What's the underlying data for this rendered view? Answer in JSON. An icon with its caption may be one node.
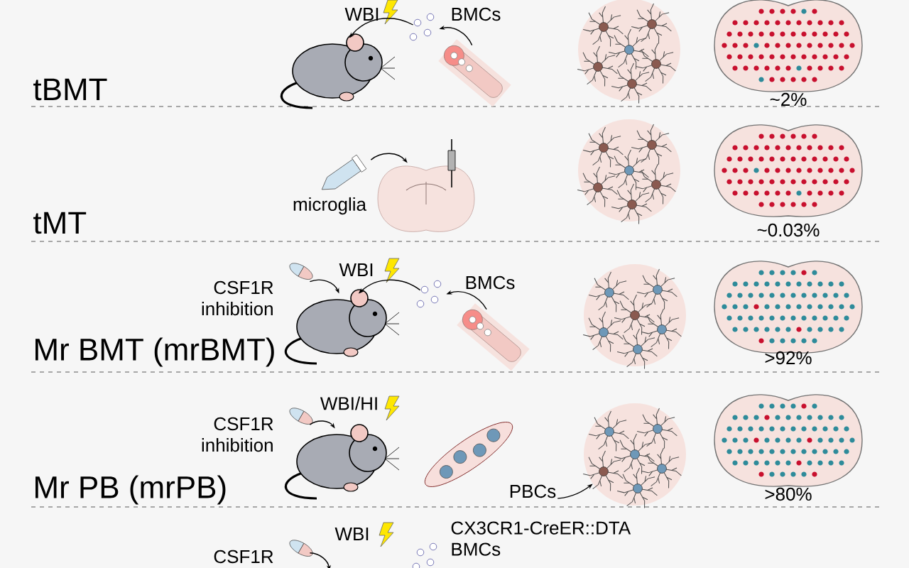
{
  "diagram": {
    "nodes": [
      {
        "text": [],
        "shape": "picture"
      },
      {
        "text": [],
        "shape": "picture"
      },
      {
        "text": [],
        "shape": "picture"
      },
      {
        "text": [],
        "shape": "picture"
      },
      {
        "text": [],
        "shape": "picture"
      },
      {
        "text": [],
        "shape": "picture"
      },
      {
        "text": [],
        "shape": "picture"
      },
      {
        "text": [],
        "shape": "picture"
      },
      {
        "text": [],
        "shape": "picture"
      },
      {
        "text": [],
        "shape": "picture"
      },
      {
        "text": [],
        "shape": "picture"
      },
      {
        "text": [],
        "shape": "picture"
      },
      {
        "text": [],
        "shape": "circle"
      },
      {
        "text": [],
        "shape": "picture"
      }
    ],
    "edges": [
      {
        "from": 2,
        "to": 1,
        "arrow": "to"
      },
      {
        "from": 1,
        "to": 0,
        "arrow": "to"
      },
      {
        "from": 3,
        "to": 4,
        "arrow": "to"
      },
      {
        "from": 5,
        "to": 6,
        "arrow": "to"
      },
      {
        "from": 8,
        "to": 7,
        "arrow": "to"
      },
      {
        "from": 7,
        "to": 6,
        "arrow": "to"
      },
      {
        "from": 9,
        "to": 10,
        "arrow": "to"
      },
      {
        "from": 11,
        "to": 12,
        "arrow": "to",
        "label": "PBCs"
      },
      {
        "from": 13,
        "to": null,
        "arrow": "to"
      }
    ],
    "labels": [
      "WBI",
      "BMCs",
      "tBMT",
      "~2%",
      "microglia",
      "tMT",
      "~0.03%",
      "CSF1R inhibition",
      "WBI",
      "BMCs",
      "Mr BMT (mrBMT)",
      ">92%",
      "CSF1R inhibition",
      "WBI/HI",
      "Mr PB (mrPB)",
      ">80%",
      "WBI",
      "CX3CR1-CreER::DTA BMCs",
      "CSF1R"
    ]
  }
}
